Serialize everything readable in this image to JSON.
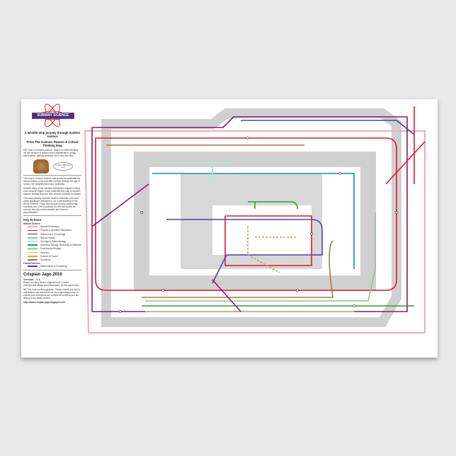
{
  "panel": {
    "logo_text": "SUBWAY SCIENCE",
    "tagline": "A whistle-stop journey through modern science",
    "subtitle": "From The Science, Reason & Critical Thinking blog",
    "intro": "500 Years of modern science, reason & critical thinking via the medium of graven toast: simplification, dodgy abbreviation, glaring omission and a very fine font.",
    "toast_bubble": "Is Jesus Watching you?",
    "para1": "The map of modern science was created to celebrate the achievements of the scientific method through the age of reason, the enlightenment and modernity.",
    "para2": "Despite many of the scientific disciplines mapped having more ancient origins I have restricted this map to modern science starting from the 16th century scientific revolution.",
    "para3": "The map primarily includes modern scientists who have made significant advances in our understanding of the world, however I have also included many present day scientists who I feel a passion for, and advocates for science through communication and science popularisation.",
    "key_title": "Key to lines",
    "natural_heading": "Natural Science",
    "formal_heading": "Formal Science",
    "key": [
      {
        "label": "Natural Philosophy",
        "color": "#f4a9b4"
      },
      {
        "label": "Physics & Quantum Mechanics",
        "color": "#e0192e"
      },
      {
        "label": "Astronomy & Cosmology",
        "color": "#8b1a6b"
      },
      {
        "label": "Natural History",
        "color": "#8fc48a"
      },
      {
        "label": "Geology & Palaeontology",
        "color": "#b7e3d2"
      },
      {
        "label": "Molecular Biology, Neurology & Medicine",
        "color": "#1b8f8c"
      },
      {
        "label": "Evolutionary Biology",
        "color": "#2e9e3c"
      },
      {
        "label": "Genetics",
        "color": "#b9c97a"
      },
      {
        "label": "Science of Sound",
        "color": "#c9a46a"
      },
      {
        "label": "Chemistry",
        "color": "#a07a4a"
      },
      {
        "label": "Mathematics & Computing",
        "color": "#4b3fb0"
      }
    ],
    "author": "Crispian Jago 2010",
    "version": "Version : 1.1",
    "credits": "Based on Harry Beck's original iconic London underground design (and Stuartjohn) for the same lines.",
    "nb": "NB This is an evolving graphic. Please ensure you link to and feature any comments on my original blog used, to ensure your comments are considered and that you are linking to the latest version.",
    "url": "http://www.crispian-jago.blogspot.com"
  },
  "map": {
    "background": "#ffffff",
    "band_color": "#d2d2d2"
  }
}
